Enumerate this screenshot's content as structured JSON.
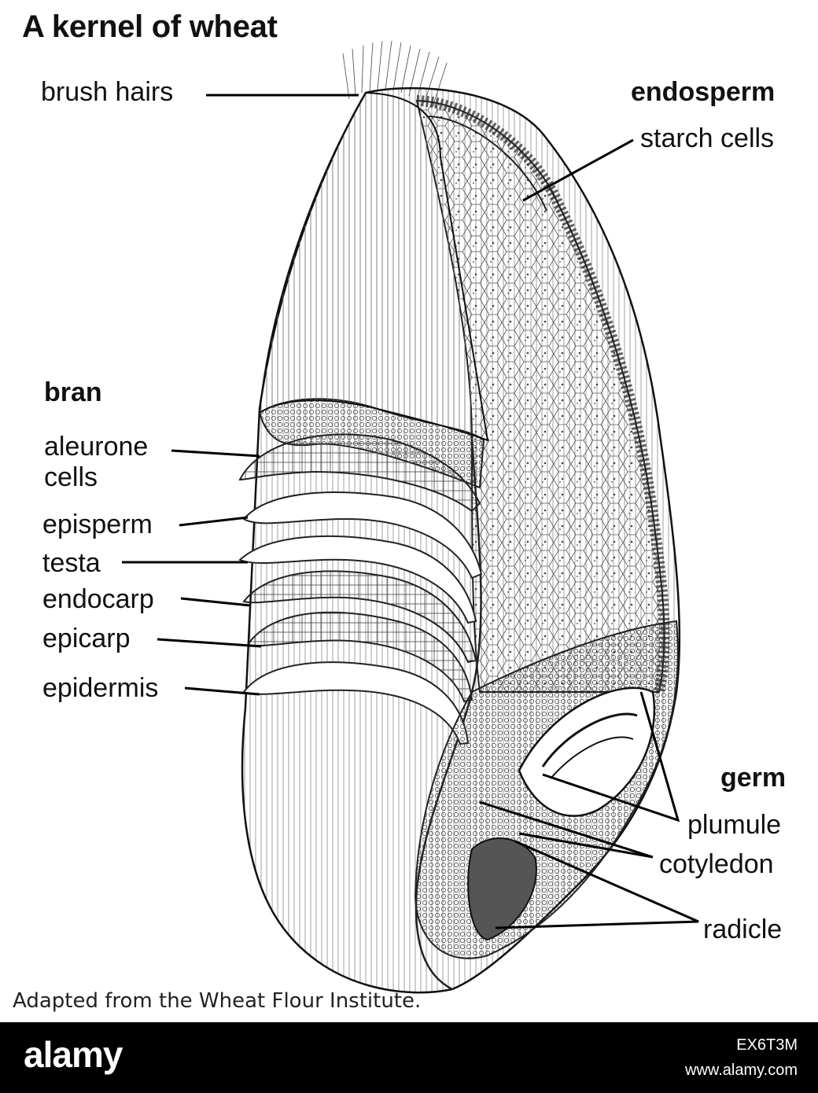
{
  "title": "A kernel of wheat",
  "labels": {
    "brush_hairs": "brush hairs",
    "endosperm": "endosperm",
    "starch_cells": "starch cells",
    "bran": "bran",
    "aleurone_1": "aleurone",
    "aleurone_2": "cells",
    "episperm": "episperm",
    "testa": "testa",
    "endocarp": "endocarp",
    "epicarp": "epicarp",
    "epidermis": "epidermis",
    "germ": "germ",
    "plumule": "plumule",
    "cotyledon": "cotyledon",
    "radicle": "radicle"
  },
  "credit": "Adapted from the Wheat Flour Institute.",
  "footer": {
    "brand": "alamy",
    "image_id": "EX6T3M",
    "site": "www.alamy.com"
  }
}
